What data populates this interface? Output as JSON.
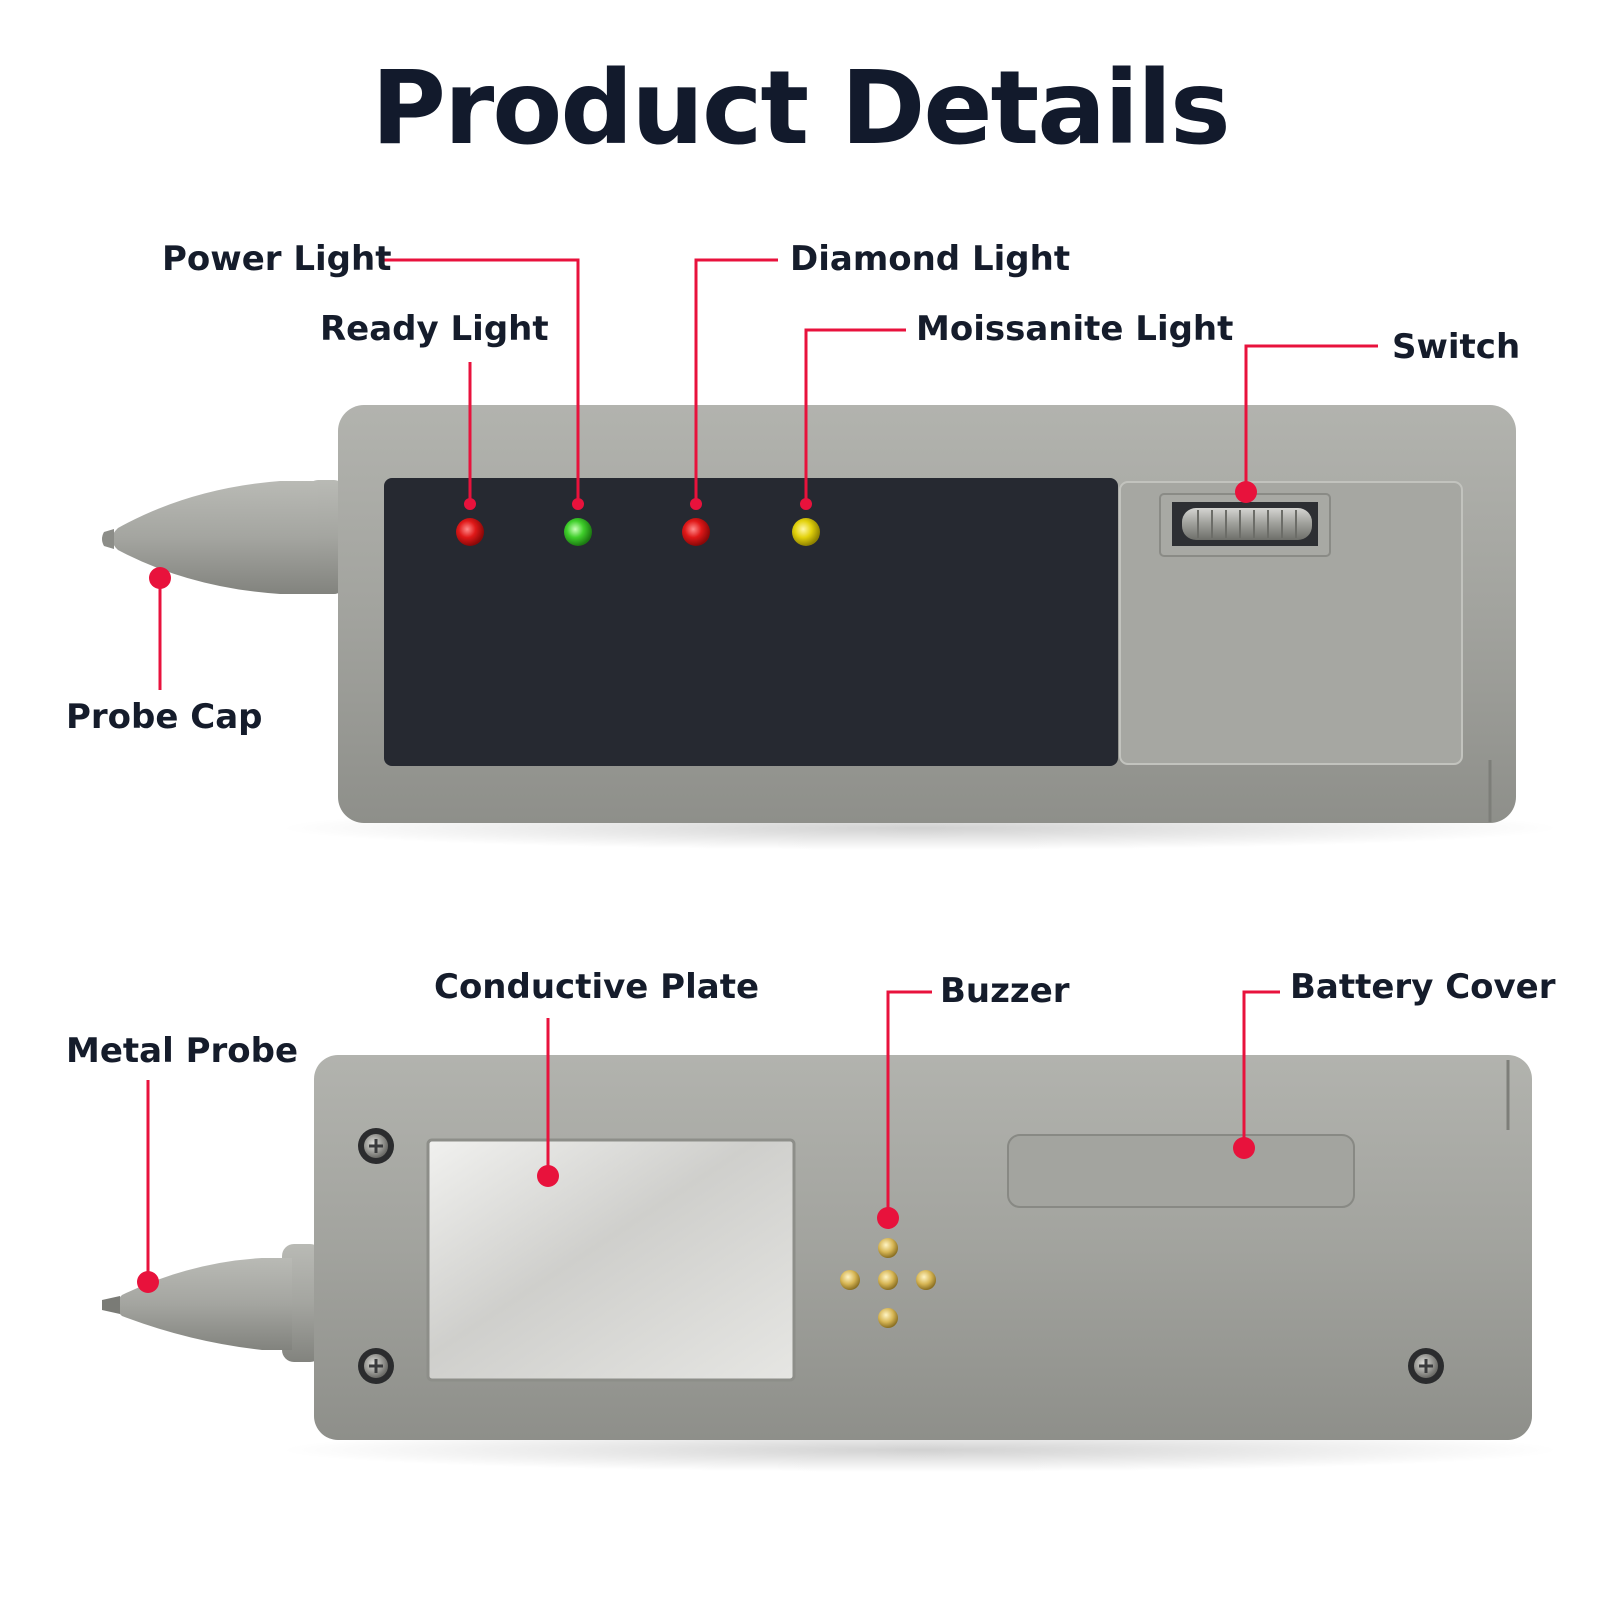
{
  "title": "Product Details",
  "colors": {
    "callout": "#e8123c",
    "title": "#121a2c",
    "body": "#9c9d98",
    "panel": "#262931",
    "led_red": "#e01818",
    "led_green": "#3fcf2b",
    "led_yellow": "#e3d20c",
    "buzzer_pin": "#d7b655"
  },
  "top_view": {
    "labels": {
      "power_light": "Power Light",
      "ready_light": "Ready Light",
      "diamond_light": "Diamond Light",
      "moissanite_light": "Moissanite Light",
      "switch": "Switch",
      "probe_cap": "Probe Cap"
    }
  },
  "bottom_view": {
    "labels": {
      "conductive_plate": "Conductive Plate",
      "buzzer": "Buzzer",
      "battery_cover": "Battery Cover",
      "metal_probe": "Metal Probe"
    }
  }
}
